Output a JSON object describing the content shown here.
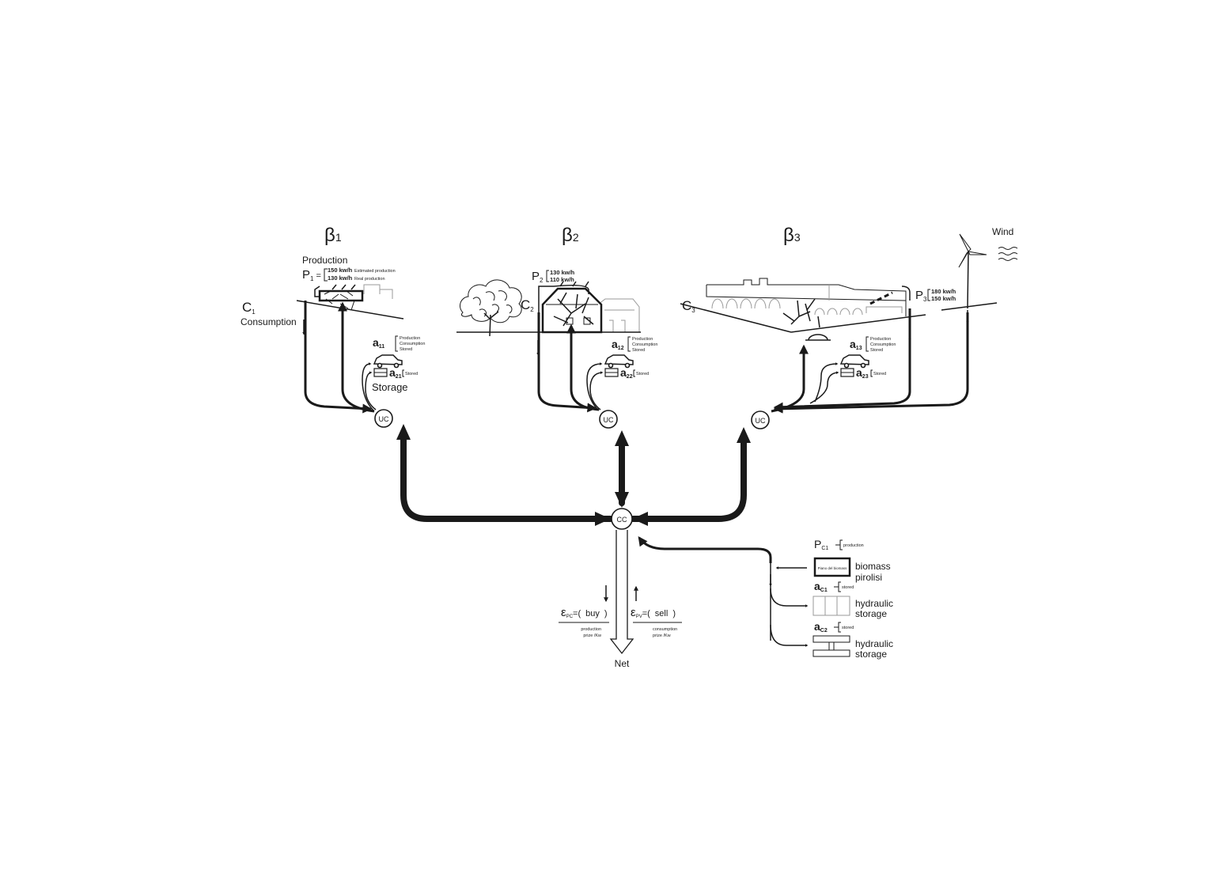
{
  "clusters": [
    {
      "beta_base": "β",
      "beta_sub": "1",
      "production_label": "Production",
      "p_base": "P",
      "p_sub": "1",
      "p_eq": "=",
      "p_value_1": "150 kw/h",
      "p_note_1": "Estimated production",
      "p_value_2": "130 kw/h",
      "p_note_2": "Real production",
      "c_base": "C",
      "c_sub": "1",
      "consumption_label": "Consumption",
      "a_top_base": "a",
      "a_top_sub": "11",
      "a_top_list": [
        "Production",
        "Consumption",
        "Stored"
      ],
      "a_bottom_base": "a",
      "a_bottom_sub": "21",
      "a_bottom_list": [
        "Stored"
      ],
      "storage_label": "Storage",
      "uc_label": "UC"
    },
    {
      "beta_base": "β",
      "beta_sub": "2",
      "p_base": "P",
      "p_sub": "2",
      "p_value_1": "130 kw/h",
      "p_value_2": "110 kw/h",
      "c_base": "C",
      "c_sub": "2",
      "a_top_base": "a",
      "a_top_sub": "12",
      "a_top_list": [
        "Production",
        "Consumption",
        "Stored"
      ],
      "a_bottom_base": "a",
      "a_bottom_sub": "22",
      "a_bottom_list": [
        "Stored"
      ],
      "uc_label": "UC"
    },
    {
      "beta_base": "β",
      "beta_sub": "3",
      "p_base": "P",
      "p_sub": "3",
      "p_value_1": "180 kw/h",
      "p_value_2": "150 kw/h",
      "c_base": "C",
      "c_sub": "3",
      "a_top_base": "a",
      "a_top_sub": "13",
      "a_top_list": [
        "Production",
        "Consumption",
        "Stored"
      ],
      "a_bottom_base": "a",
      "a_bottom_sub": "23",
      "a_bottom_list": [
        "Stored"
      ],
      "wind_label": "Wind",
      "uc_label": "UC"
    }
  ],
  "central": {
    "cc_label": "CC",
    "net_label": "Net",
    "buy": {
      "eps": "ε",
      "sub": "PC",
      "eq": "=(",
      "word": "buy",
      "close": ")",
      "note_1": "production",
      "note_2": "prize /Kw"
    },
    "sell": {
      "eps": "ε",
      "sub": "PV",
      "eq": "=(",
      "word": "sell",
      "close": ")",
      "note_1": "consumption",
      "note_2": "prize /Kw"
    }
  },
  "plants": {
    "pc1": {
      "base": "P",
      "sub": "C1",
      "list": "production"
    },
    "biomass_box": "Piano del biomass",
    "biomass_label_1": "biomass",
    "biomass_label_2": "pirolisi",
    "ac1": {
      "base": "a",
      "sub": "C1",
      "list": "stored"
    },
    "hydraulic1_label_1": "hydraulic",
    "hydraulic1_label_2": "storage",
    "ac2": {
      "base": "a",
      "sub": "C2",
      "list": "stored"
    },
    "hydraulic2_label_1": "hydraulic",
    "hydraulic2_label_2": "storage"
  }
}
